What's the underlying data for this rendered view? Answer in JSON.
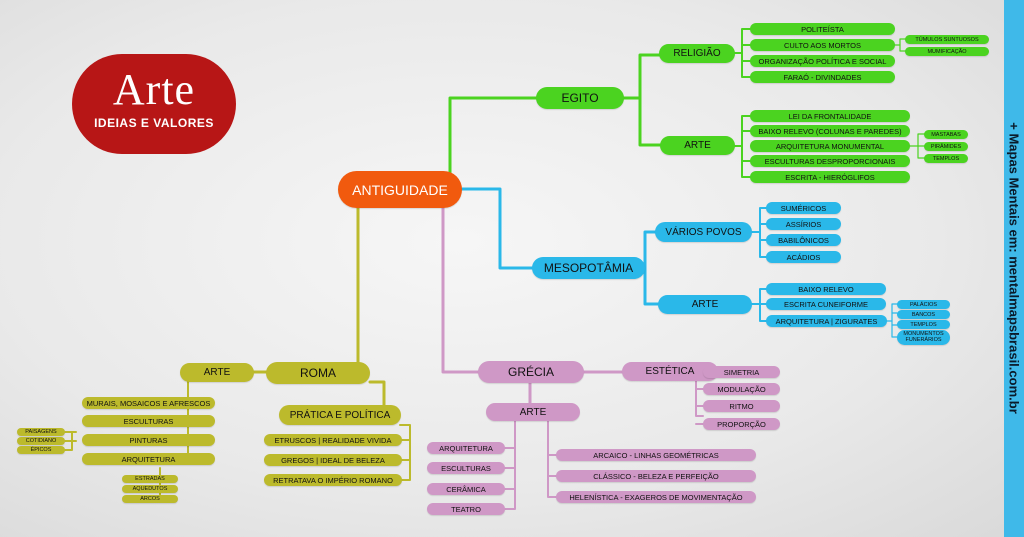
{
  "logo": {
    "title": "Arte",
    "subtitle": "IDEIAS E VALORES"
  },
  "sidebar": {
    "text": "+ Mapas Mentais em: mentalmapsbrasil.com.br"
  },
  "root": {
    "label": "ANTIGUIDADE"
  },
  "egito": {
    "label": "EGITO",
    "religiao": {
      "label": "RELIGIÃO",
      "items": [
        "POLITEÍSTA",
        "CULTO AOS MORTOS",
        "ORGANIZAÇÃO POLÍTICA E SOCIAL",
        "FARAÓ - DIVINDADES"
      ],
      "culto_sub": [
        "TÚMULOS SUNTUOSOS",
        "MUMIFICAÇÃO"
      ]
    },
    "arte": {
      "label": "ARTE",
      "items": [
        "LEI DA FRONTALIDADE",
        "BAIXO RELEVO (COLUNAS E PAREDES)",
        "ARQUITETURA MONUMENTAL",
        "ESCULTURAS DESPROPORCIONAIS",
        "ESCRITA - HIERÓGLIFOS"
      ],
      "arq_sub": [
        "MASTABAS",
        "PIRÂMIDES",
        "TEMPLOS"
      ]
    }
  },
  "mesopotamia": {
    "label": "MESOPOTÂMIA",
    "povos": {
      "label": "VÁRIOS POVOS",
      "items": [
        "SUMÉRICOS",
        "ASSÍRIOS",
        "BABILÔNICOS",
        "ACÁDIOS"
      ]
    },
    "arte": {
      "label": "ARTE",
      "items": [
        "BAIXO RELEVO",
        "ESCRITA CUNEIFORME",
        "ARQUITETURA | ZIGURATES"
      ],
      "arq_sub": [
        "PALÁCIOS",
        "BANCOS",
        "TEMPLOS",
        "MONUMENTOS",
        "FUNERÁRIOS"
      ]
    }
  },
  "grecia": {
    "label": "GRÉCIA",
    "estetica": {
      "label": "ESTÉTICA",
      "items": [
        "SIMETRIA",
        "MODULAÇÃO",
        "RITMO",
        "PROPORÇÃO"
      ]
    },
    "arte": {
      "label": "ARTE",
      "left": [
        "ARQUITETURA",
        "ESCULTURAS",
        "CERÂMICA",
        "TEATRO"
      ],
      "right": [
        "ARCAICO - LINHAS GEOMÉTRICAS",
        "CLÁSSICO - BELEZA E PERFEIÇÃO",
        "HELENÍSTICA - EXAGEROS DE MOVIMENTAÇÃO"
      ]
    }
  },
  "roma": {
    "label": "ROMA",
    "arte": {
      "label": "ARTE",
      "items": [
        "MURAIS, MOSAICOS E AFRESCOS",
        "ESCULTURAS",
        "PINTURAS",
        "ARQUITETURA"
      ],
      "pinturas_sub": [
        "PAISAGENS",
        "COTIDIANO",
        "ÉPICOS"
      ],
      "arq_sub": [
        "ESTRADAS",
        "AQUEDUTOS",
        "ARCOS"
      ]
    },
    "pratica": {
      "label": "PRÁTICA E POLÍTICA",
      "items": [
        "ETRUSCOS | REALIDADE VIVIDA",
        "GREGOS | IDEAL DE BELEZA",
        "RETRATAVA O IMPÉRIO ROMANO"
      ]
    }
  },
  "colors": {
    "root": "#f15a0e",
    "egito": "#4bd320",
    "mesopotamia": "#2ab8e9",
    "grecia": "#cf98c6",
    "roma": "#bcba2c",
    "logo": "#b71616",
    "sidebar": "#3fb9e9"
  }
}
